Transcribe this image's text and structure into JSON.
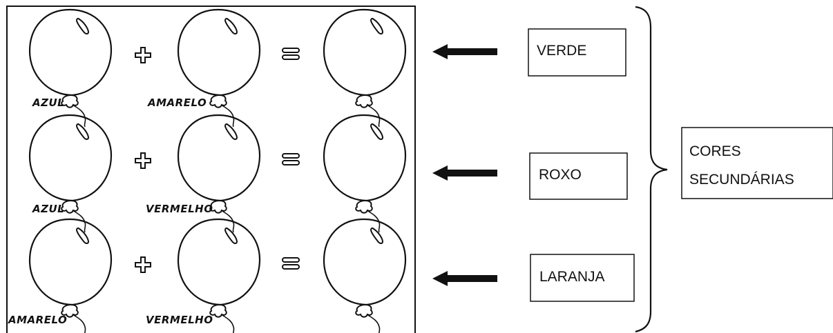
{
  "rows": [
    {
      "left_label": "AZUL",
      "right_label": "AMARELO",
      "plus": "+",
      "equals": "=",
      "result": "VERDE"
    },
    {
      "left_label": "AZUL",
      "right_label": "VERMELHO",
      "plus": "+",
      "equals": "=",
      "result": "ROXO"
    },
    {
      "left_label": "AMARELO",
      "right_label": "VERMELHO",
      "plus": "+",
      "equals": "=",
      "result": "LARANJA"
    }
  ],
  "summary": {
    "line1": "CORES",
    "line2": "SECUNDÁRIAS"
  },
  "colors": {
    "ink": "#111111",
    "background": "#ffffff"
  },
  "icons": [
    "balloon-icon",
    "plus-icon",
    "equals-icon",
    "arrow-left-icon",
    "brace-icon"
  ]
}
